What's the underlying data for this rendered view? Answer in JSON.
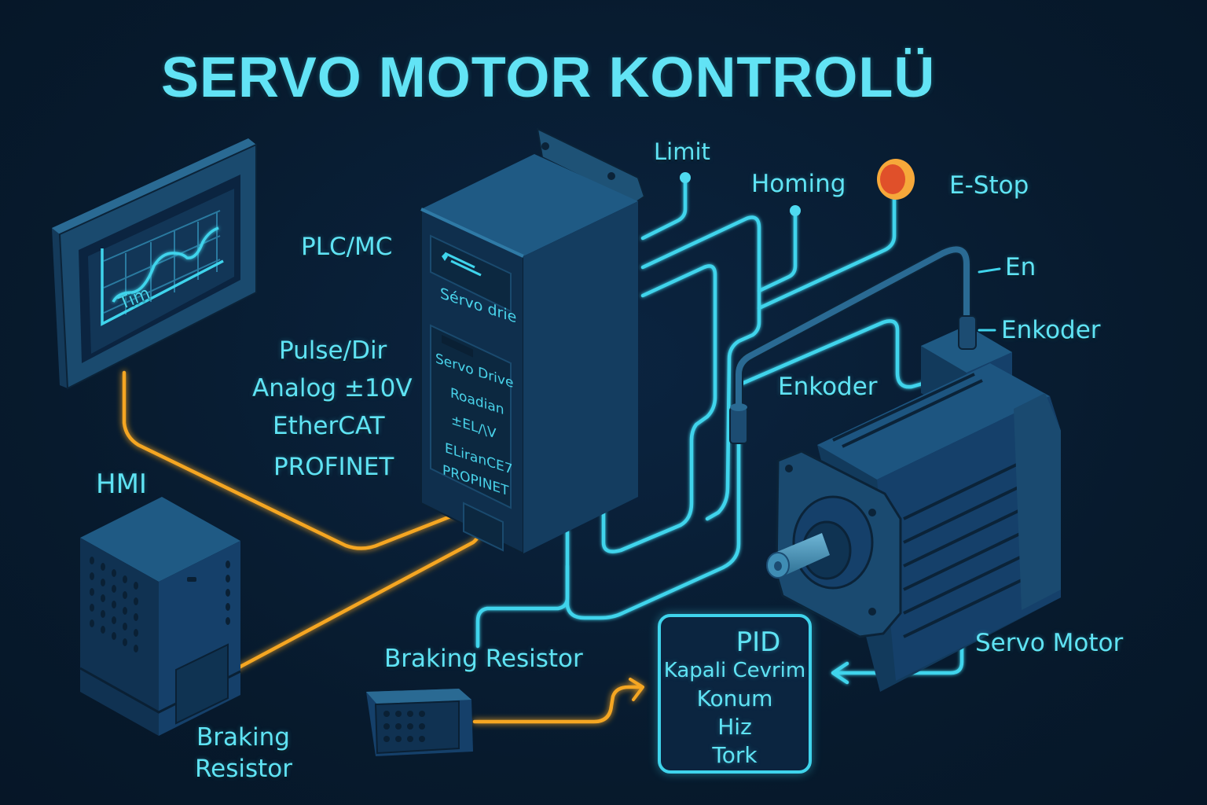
{
  "title": "SERVO MOTOR KONTROLÜ",
  "colors": {
    "background": "#071a2d",
    "accent_cyan": "#5fe3f4",
    "wire_cyan": "#3fd4ec",
    "wire_orange": "#f5a623",
    "device_blue": "#1c4c72",
    "estop_red": "#e0502a",
    "estop_ring": "#f6a83a"
  },
  "hmi_screen": {
    "icon": "trend-chart-icon",
    "label": "Tim"
  },
  "labels": {
    "plc": "PLC/MC",
    "protocols": [
      "Pulse/Dir",
      "Analog ±10V",
      "EtherCAT",
      "PROFINET"
    ],
    "hmi": "HMI",
    "braking_resistor_left": [
      "Braking",
      "Resistor"
    ],
    "braking_resistor_bottom": "Braking Resistor",
    "limit": "Limit",
    "homing": "Homing",
    "estop": "E-Stop",
    "en": "En",
    "enkoder_right": "Enkoder",
    "enkoder_mid": "Enkoder",
    "servo_motor": "Servo Motor"
  },
  "servo_drive_panel": {
    "lines": [
      "Sérvo drie",
      "Servo Drive",
      "Roadian",
      "±EL/\\V",
      "ELiranCE7",
      "PROPINET"
    ]
  },
  "pid_box": {
    "title": "PID",
    "lines": [
      "Kapali Cevrim",
      "Konum",
      "Hiz",
      "Tork"
    ]
  }
}
